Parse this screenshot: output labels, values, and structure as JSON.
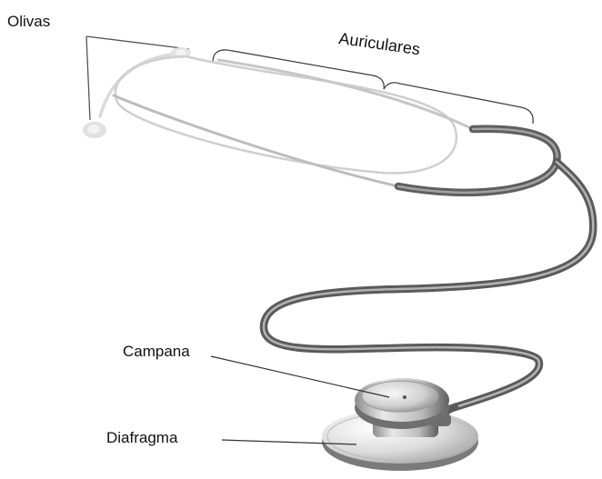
{
  "labels": {
    "olivas": "Olivas",
    "auriculares": "Auriculares",
    "campana": "Campana",
    "diafragma": "Diafragma"
  },
  "colors": {
    "tube_dark": "#5d5d5d",
    "tube_mid": "#8a8a8a",
    "tube_light": "#d2d2d2",
    "metal_light": "#e6e6e6",
    "metal_mid": "#b9b9b9",
    "metal_dark": "#6a6a6a",
    "leader_line": "#333333"
  }
}
